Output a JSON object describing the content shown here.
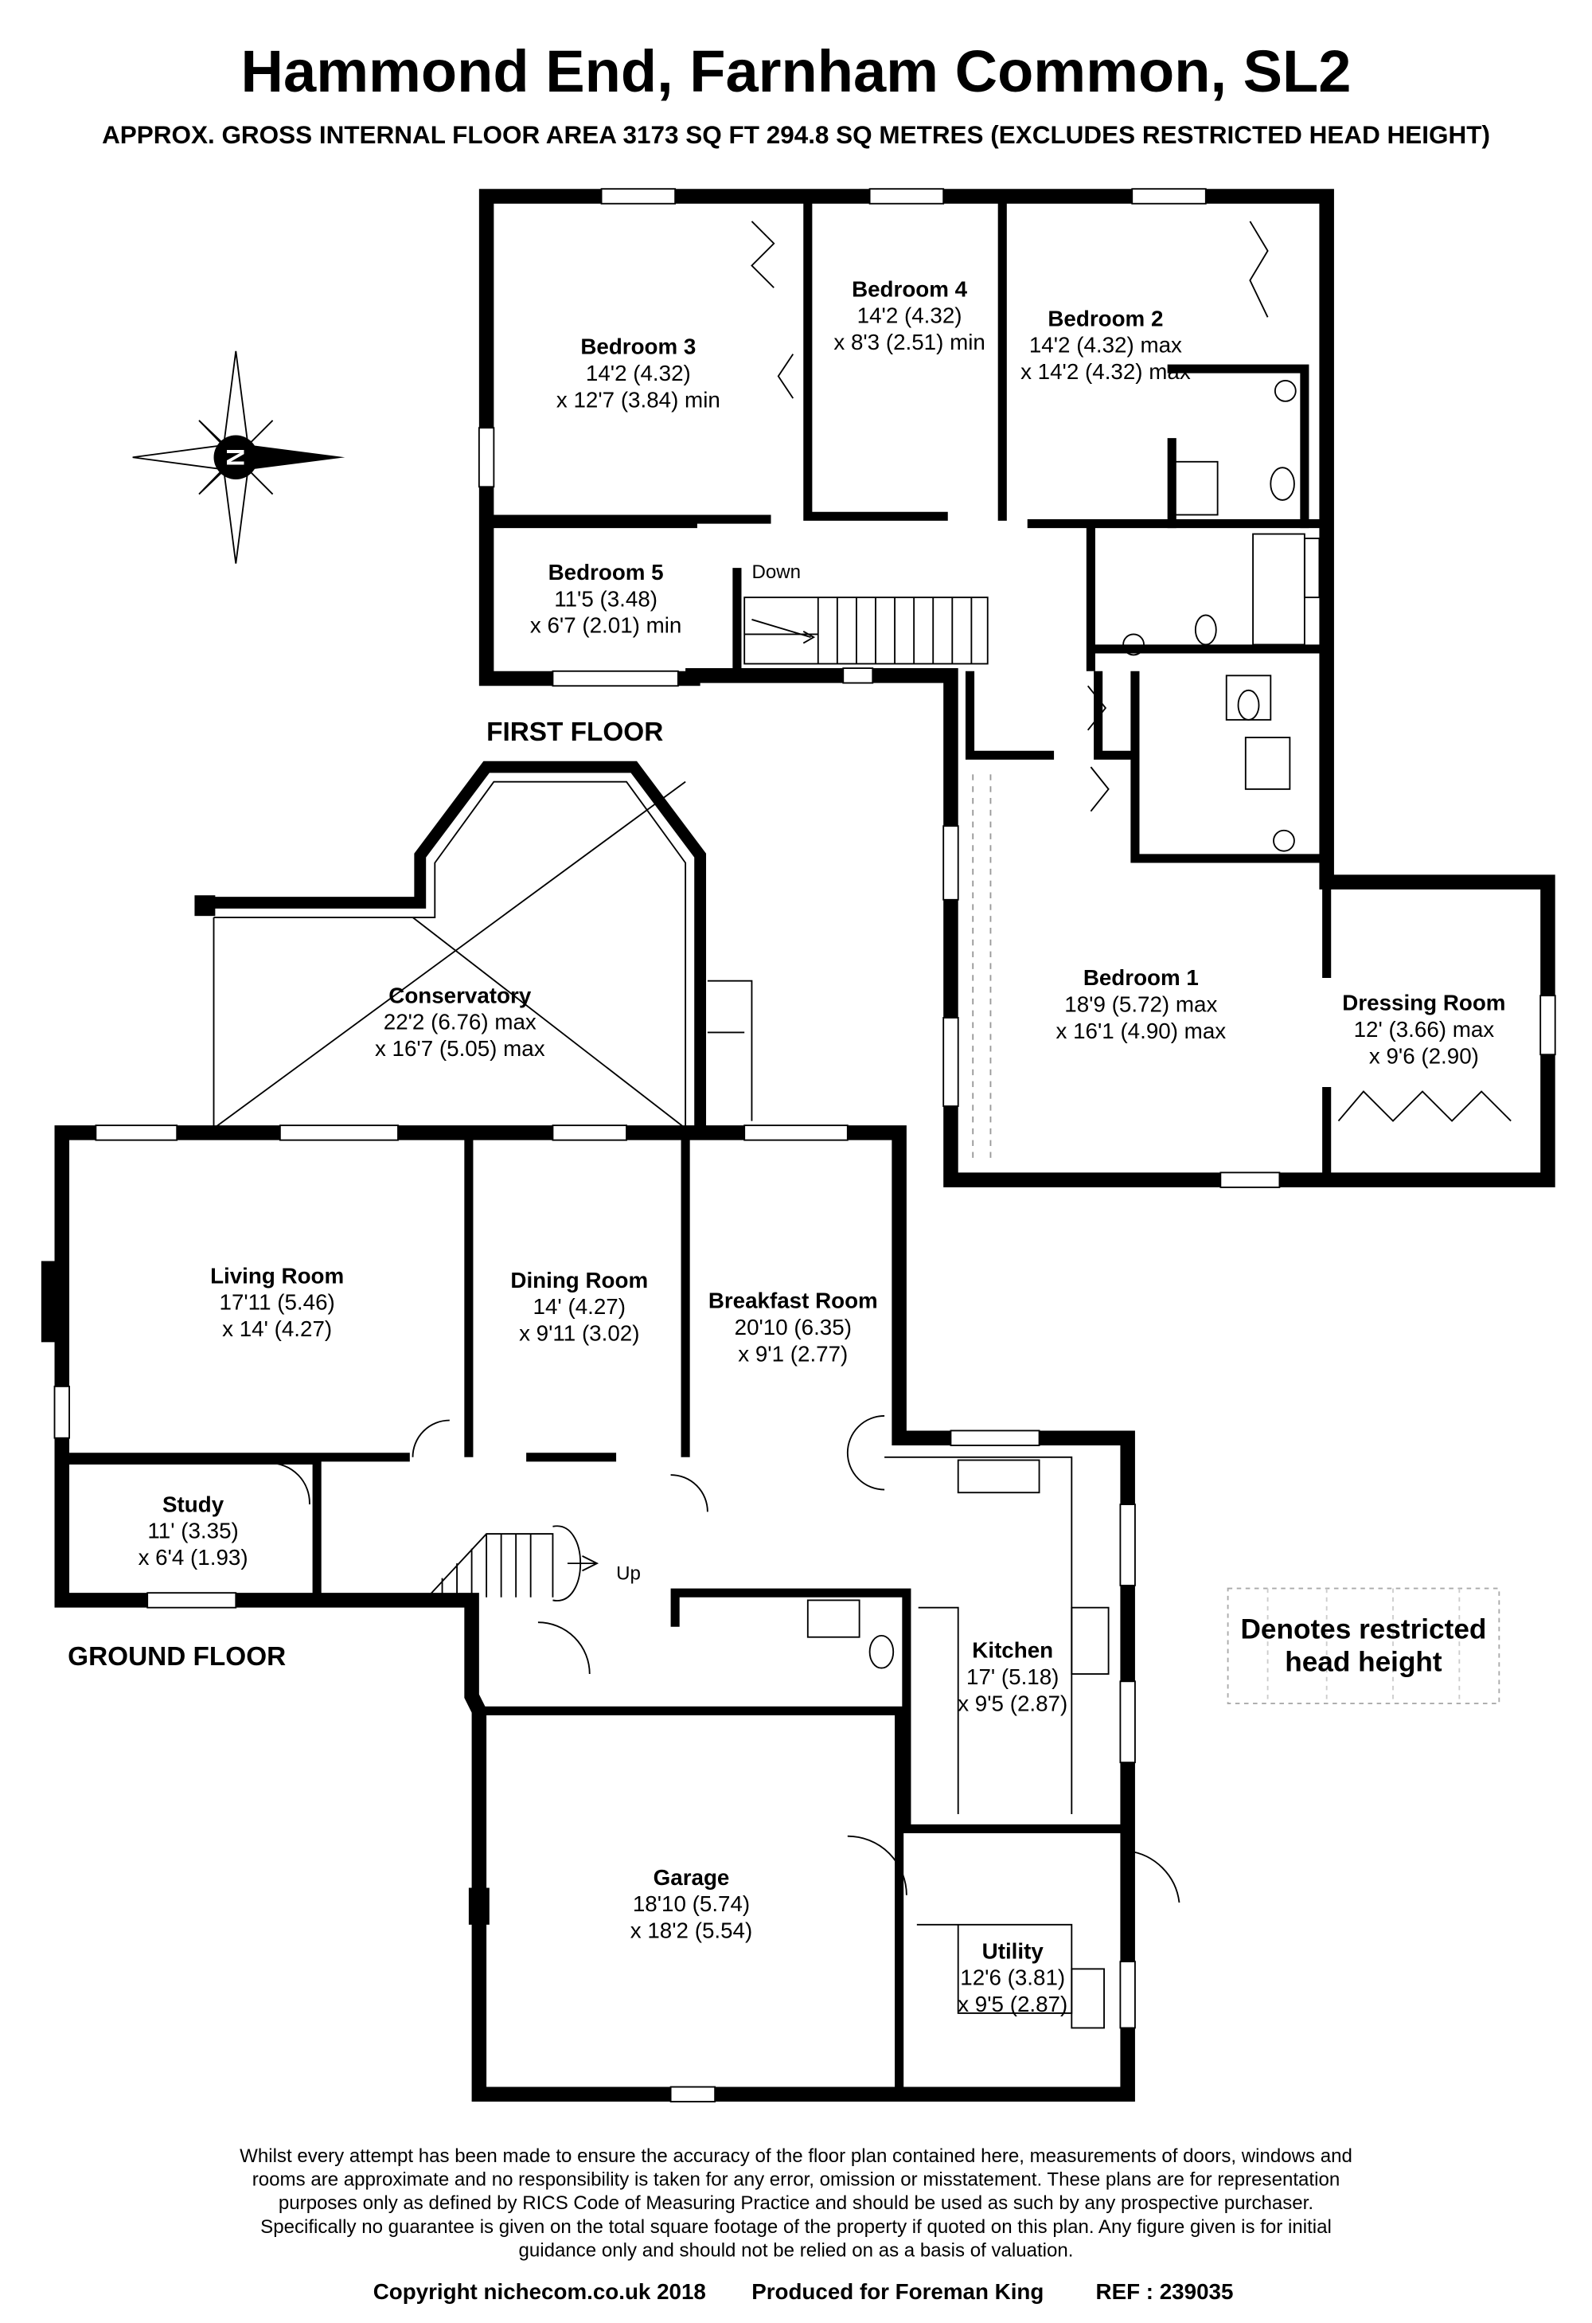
{
  "header": {
    "title": "Hammond End, Farnham Common, SL2",
    "subtitle": "APPROX. GROSS INTERNAL FLOOR AREA 3173 SQ FT 294.8 SQ METRES (EXCLUDES RESTRICTED HEAD HEIGHT)"
  },
  "compass": {
    "letter": "N",
    "icon": "compass-rose-icon"
  },
  "first_floor": {
    "label": "FIRST FLOOR",
    "stairs_label": "Down",
    "rooms": [
      {
        "name": "Bedroom 3",
        "dims": [
          "14'2 (4.32)",
          "x 12'7 (3.84) min"
        ]
      },
      {
        "name": "Bedroom 4",
        "dims": [
          "14'2 (4.32)",
          "x 8'3 (2.51) min"
        ]
      },
      {
        "name": "Bedroom 2",
        "dims": [
          "14'2 (4.32) max",
          "x 14'2 (4.32) max"
        ]
      },
      {
        "name": "Bedroom 5",
        "dims": [
          "11'5 (3.48)",
          "x 6'7 (2.01) min"
        ]
      },
      {
        "name": "Bedroom 1",
        "dims": [
          "18'9 (5.72) max",
          "x 16'1 (4.90) max"
        ]
      },
      {
        "name": "Dressing Room",
        "dims": [
          "12' (3.66) max",
          "x 9'6 (2.90)"
        ]
      }
    ]
  },
  "ground_floor": {
    "label": "GROUND FLOOR",
    "stairs_label": "Up",
    "rooms": [
      {
        "name": "Conservatory",
        "dims": [
          "22'2 (6.76) max",
          "x 16'7 (5.05) max"
        ]
      },
      {
        "name": "Living Room",
        "dims": [
          "17'11 (5.46)",
          "x 14' (4.27)"
        ]
      },
      {
        "name": "Dining Room",
        "dims": [
          "14' (4.27)",
          "x 9'11 (3.02)"
        ]
      },
      {
        "name": "Breakfast Room",
        "dims": [
          "20'10 (6.35)",
          "x 9'1 (2.77)"
        ]
      },
      {
        "name": "Study",
        "dims": [
          "11' (3.35)",
          "x 6'4 (1.93)"
        ]
      },
      {
        "name": "Kitchen",
        "dims": [
          "17' (5.18)",
          "x 9'5 (2.87)"
        ]
      },
      {
        "name": "Garage",
        "dims": [
          "18'10 (5.74)",
          "x 18'2 (5.54)"
        ]
      },
      {
        "name": "Utility",
        "dims": [
          "12'6 (3.81)",
          "x 9'5 (2.87)"
        ]
      }
    ]
  },
  "legend": {
    "lines": [
      "Denotes restricted",
      "head height"
    ]
  },
  "disclaimer": [
    "Whilst every attempt has been made to ensure the accuracy of the floor plan contained here, measurements of doors, windows and",
    "rooms are approximate and no responsibility is taken for any error, omission or misstatement. These plans are for representation",
    "purposes only as defined by RICS Code of Measuring Practice and should be used as such by any prospective purchaser.",
    "Specifically no guarantee is given on the total square footage of the property if quoted on this plan. Any figure given is for initial",
    "guidance only and should not be relied on as a basis of valuation."
  ],
  "footer": {
    "copyright": "Copyright nichecom.co.uk 2018",
    "produced_for": "Produced for Foreman King",
    "ref": "REF : 239035"
  }
}
